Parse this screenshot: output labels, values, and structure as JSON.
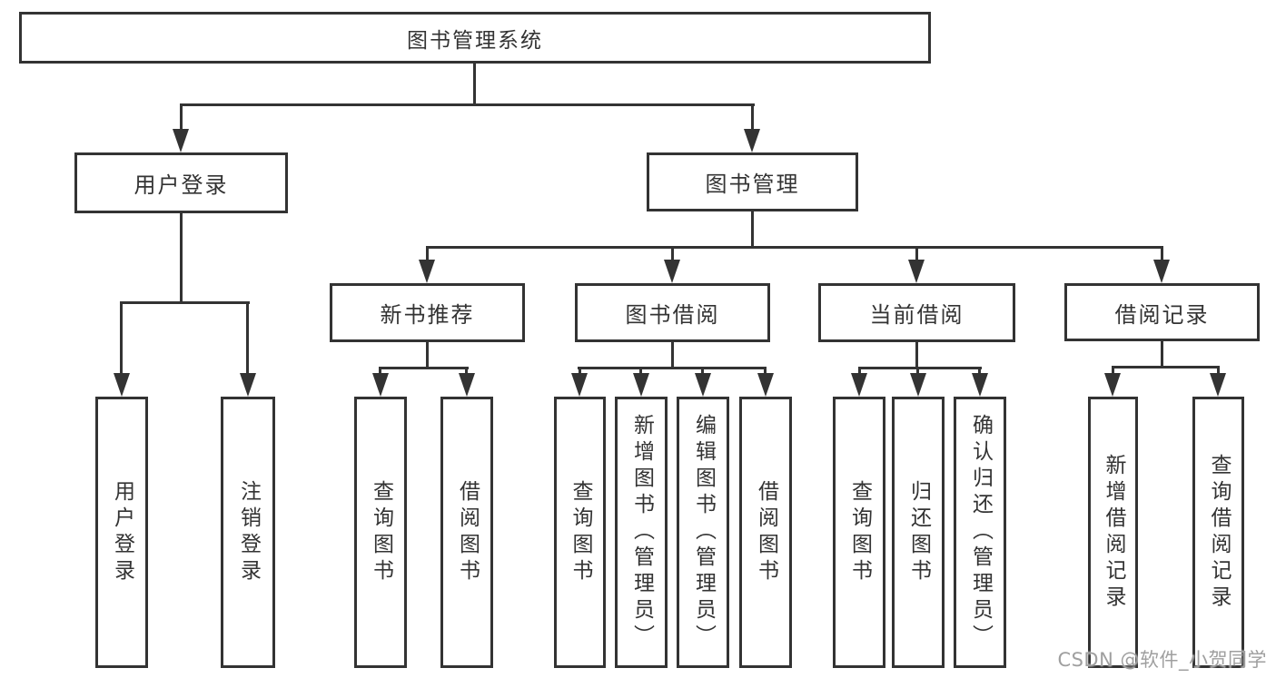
{
  "tree": {
    "root": {
      "label": "图书管理系统"
    },
    "branches": [
      {
        "label": "用户登录",
        "leaves": [
          "用户登录",
          "注销登录"
        ]
      },
      {
        "label": "图书管理",
        "children": [
          {
            "label": "新书推荐",
            "leaves": [
              "查询图书",
              "借阅图书"
            ]
          },
          {
            "label": "图书借阅",
            "leaves": [
              "查询图书",
              "新增图书（管理员）",
              "编辑图书（管理员）",
              "借阅图书"
            ]
          },
          {
            "label": "当前借阅",
            "leaves": [
              "查询图书",
              "归还图书",
              "确认归还（管理员）"
            ]
          },
          {
            "label": "借阅记录",
            "leaves": [
              "新增借阅记录",
              "查询借阅记录"
            ]
          }
        ]
      }
    ]
  },
  "watermark": {
    "text": "CSDN @软件_小贺同学"
  },
  "colors": {
    "line": "#333333",
    "background": "#ffffff",
    "watermark": "#9f9f9f"
  }
}
